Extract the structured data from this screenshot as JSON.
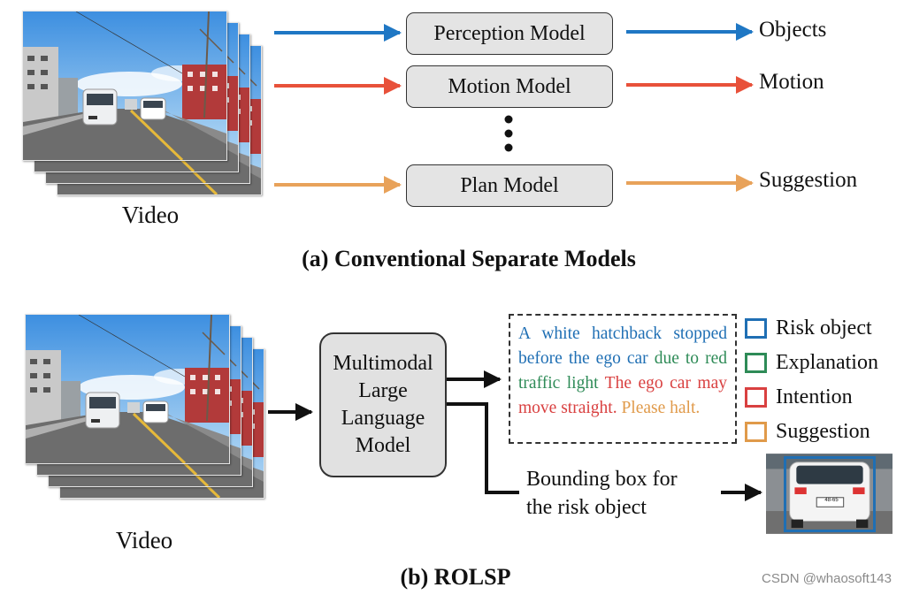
{
  "section_a": {
    "video_caption": "Video",
    "models": [
      {
        "label": "Perception Model",
        "output": "Objects",
        "color": "#1f77c4"
      },
      {
        "label": "Motion Model",
        "output": "Motion",
        "color": "#e8513a"
      },
      {
        "label": "Plan Model",
        "output": "Suggestion",
        "color": "#e8a25a"
      }
    ],
    "ellipsis": "⋮",
    "title": "(a) Conventional Separate Models"
  },
  "section_b": {
    "video_caption": "Video",
    "mllm_lines": [
      "Multimodal",
      "Large",
      "Language",
      "Model"
    ],
    "text_segments": [
      {
        "text": "A white hatchback stopped before the ego car",
        "color": "#1f6fb4",
        "category": "risk-object"
      },
      {
        "text": " due to red traffic light",
        "color": "#2e8b57",
        "category": "explanation"
      },
      {
        "text": " The ego car may move straight.",
        "color": "#d94040",
        "category": "intention"
      },
      {
        "text": " Please halt.",
        "color": "#e09a4a",
        "category": "suggestion"
      }
    ],
    "legend": [
      {
        "label": "Risk object",
        "color": "#1f6fb4"
      },
      {
        "label": "Explanation",
        "color": "#2e8b57"
      },
      {
        "label": "Intention",
        "color": "#d94040"
      },
      {
        "label": "Suggestion",
        "color": "#e09a4a"
      }
    ],
    "bbox_label_lines": [
      "Bounding box for",
      "the risk object"
    ],
    "bbox_color": "#1f6fb4",
    "plate_text": "48-65",
    "title": "(b) ROLSP"
  },
  "watermark": "CSDN @whaosoft143"
}
